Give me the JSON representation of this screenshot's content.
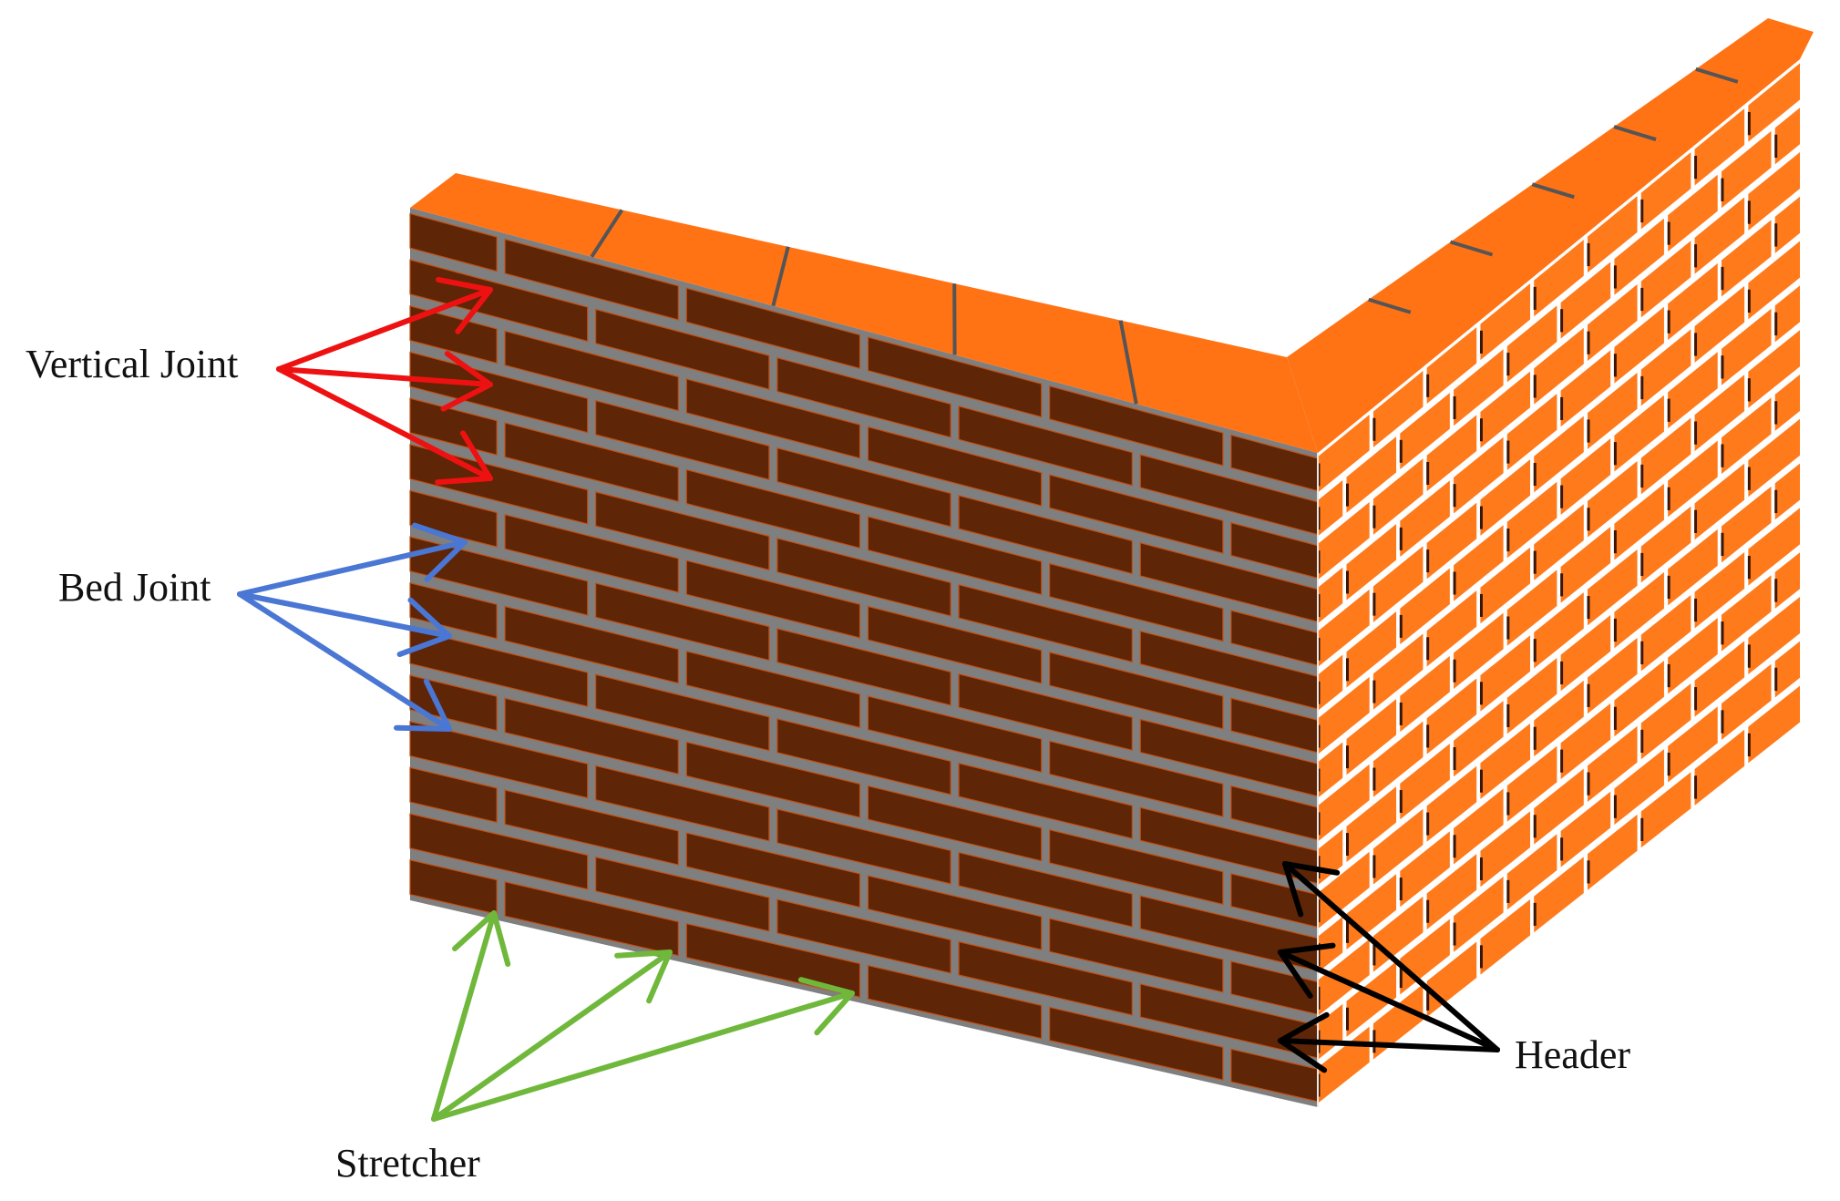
{
  "labels": {
    "vertical_joint": "Vertical Joint",
    "bed_joint": "Bed Joint",
    "header": "Header",
    "stretcher": "Stretcher"
  },
  "colors": {
    "background": "#ffffff",
    "front_face_brick": "#5e2506",
    "brick_top": "#ff7315",
    "side_face_brick": "#ff7a1a",
    "mortar_front": "#7f7f7f",
    "mortar_side": "#ffffff",
    "vertical_joint_arrow": "#ee1111",
    "bed_joint_arrow": "#4a76d4",
    "header_arrow": "#000000",
    "stretcher_arrow": "#70b83c"
  }
}
